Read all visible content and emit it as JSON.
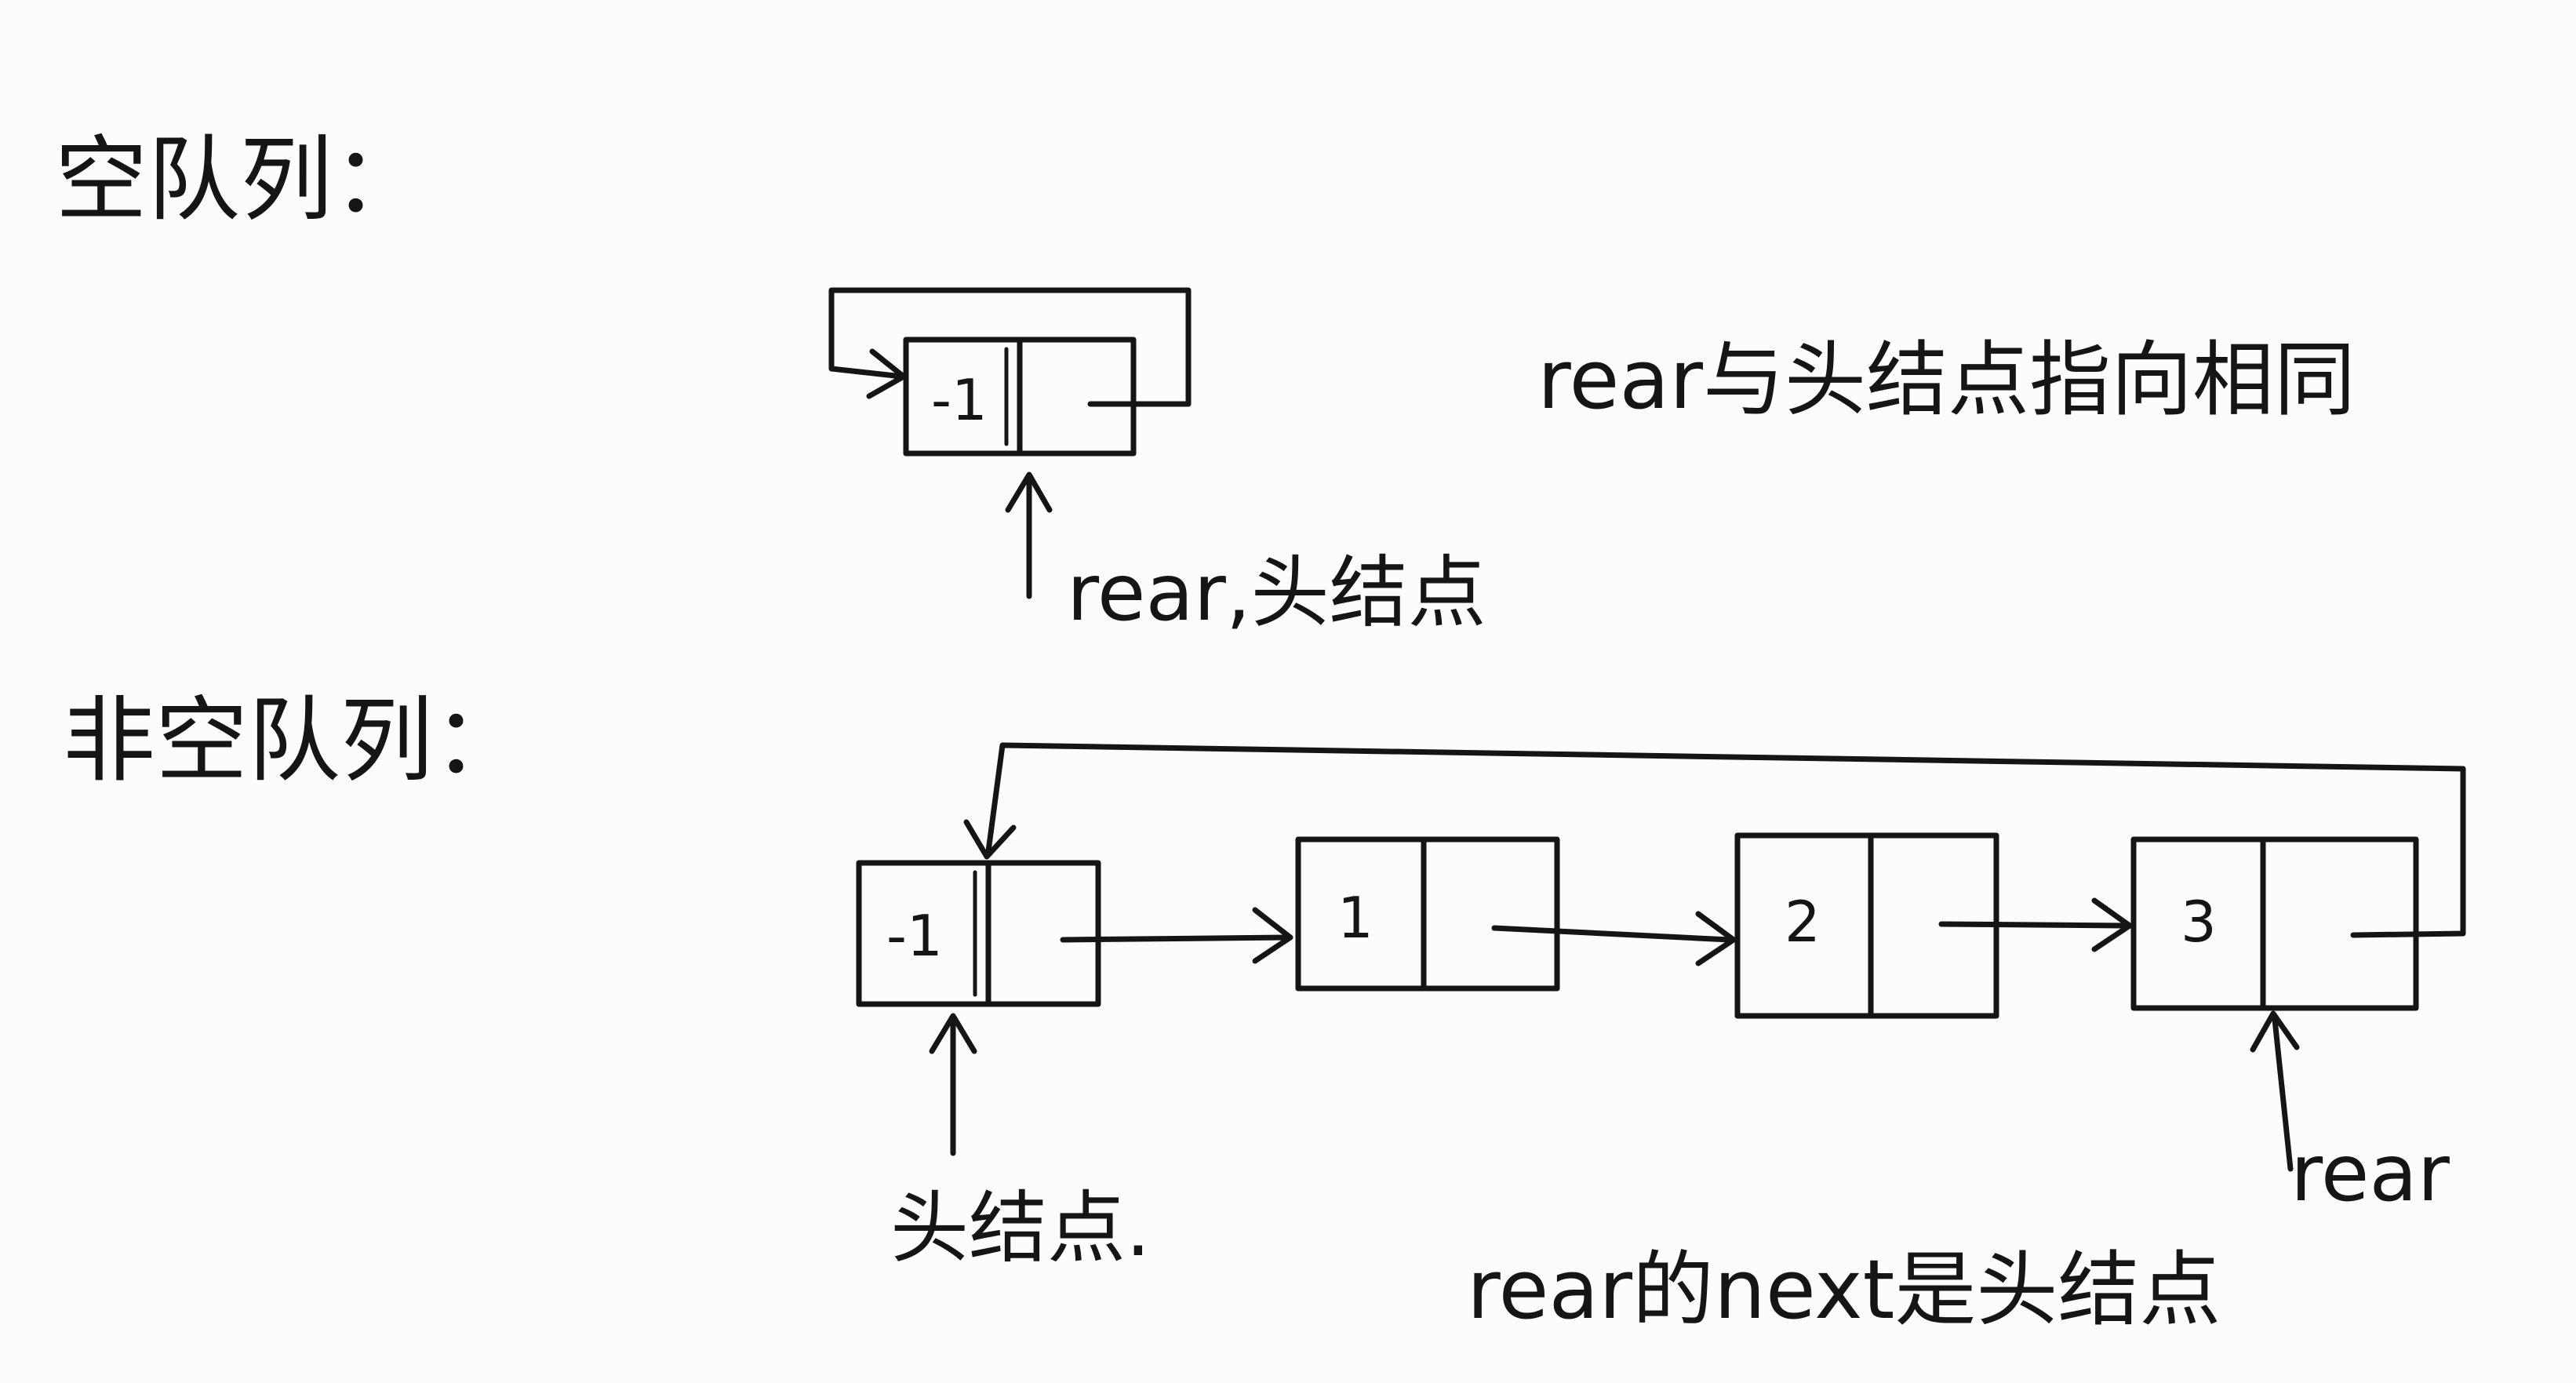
{
  "sections": {
    "empty_queue_title": "空队列：",
    "nonempty_queue_title": "非空队列："
  },
  "empty_queue": {
    "node_value": "-1",
    "pointer_label": "rear,头结点",
    "note": "rear与头结点指向相同"
  },
  "nonempty_queue": {
    "nodes": [
      {
        "value": "-1"
      },
      {
        "value": "1"
      },
      {
        "value": "2"
      },
      {
        "value": "3"
      }
    ],
    "head_label": "头结点.",
    "rear_label": "rear",
    "note": "rear的next是头结点"
  },
  "colors": {
    "ink": "#151515",
    "paper": "#fcfcfb"
  }
}
